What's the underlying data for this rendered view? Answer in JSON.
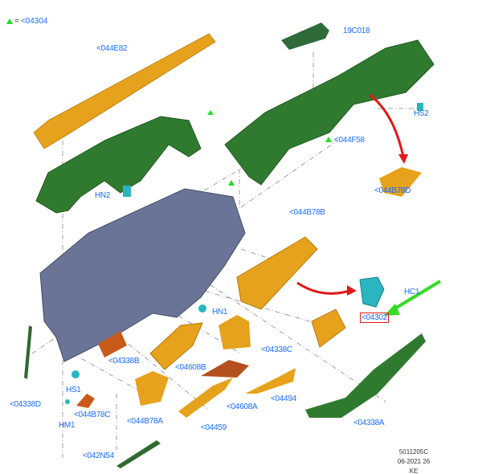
{
  "legend": {
    "symbol": "green-triangle",
    "equals": "=",
    "ref": "<04304"
  },
  "labels": {
    "l044E82": "<044E82",
    "l19C018": "19C018",
    "lHS2": "HS2",
    "l044F58": "<044F58",
    "l044B78D": "<044B78D",
    "lHN2": "HN2",
    "l044B78B": "<044B78B",
    "lHC1": "HC1",
    "l04302": "<04302",
    "lHN1": "HN1",
    "l04338C": "<04338C",
    "l04338B": "<04338B",
    "l04608B": "<04608B",
    "l04494": "<04494",
    "l04338D": "<04338D",
    "lHS1": "HS1",
    "l044B78C": "<044B78C",
    "l04608A": "<04608A",
    "l044B78A": "<044B78A",
    "l04459": "<04459",
    "l04338A": "<04338A",
    "lHM1": "HM1",
    "l042N54": "<042N54"
  },
  "highlighted_label": "<04302",
  "footer": {
    "code": "5011205C",
    "date": "06-2021 26",
    "initials": "KE"
  },
  "colors": {
    "label": "#1a6cff",
    "green_part": "#2f7a2f",
    "orange_part": "#e6a21c",
    "frame": "#6a7496",
    "clip": "#2ab5c0",
    "red_arrow": "#e01818",
    "green_arrow": "#33dd22"
  }
}
